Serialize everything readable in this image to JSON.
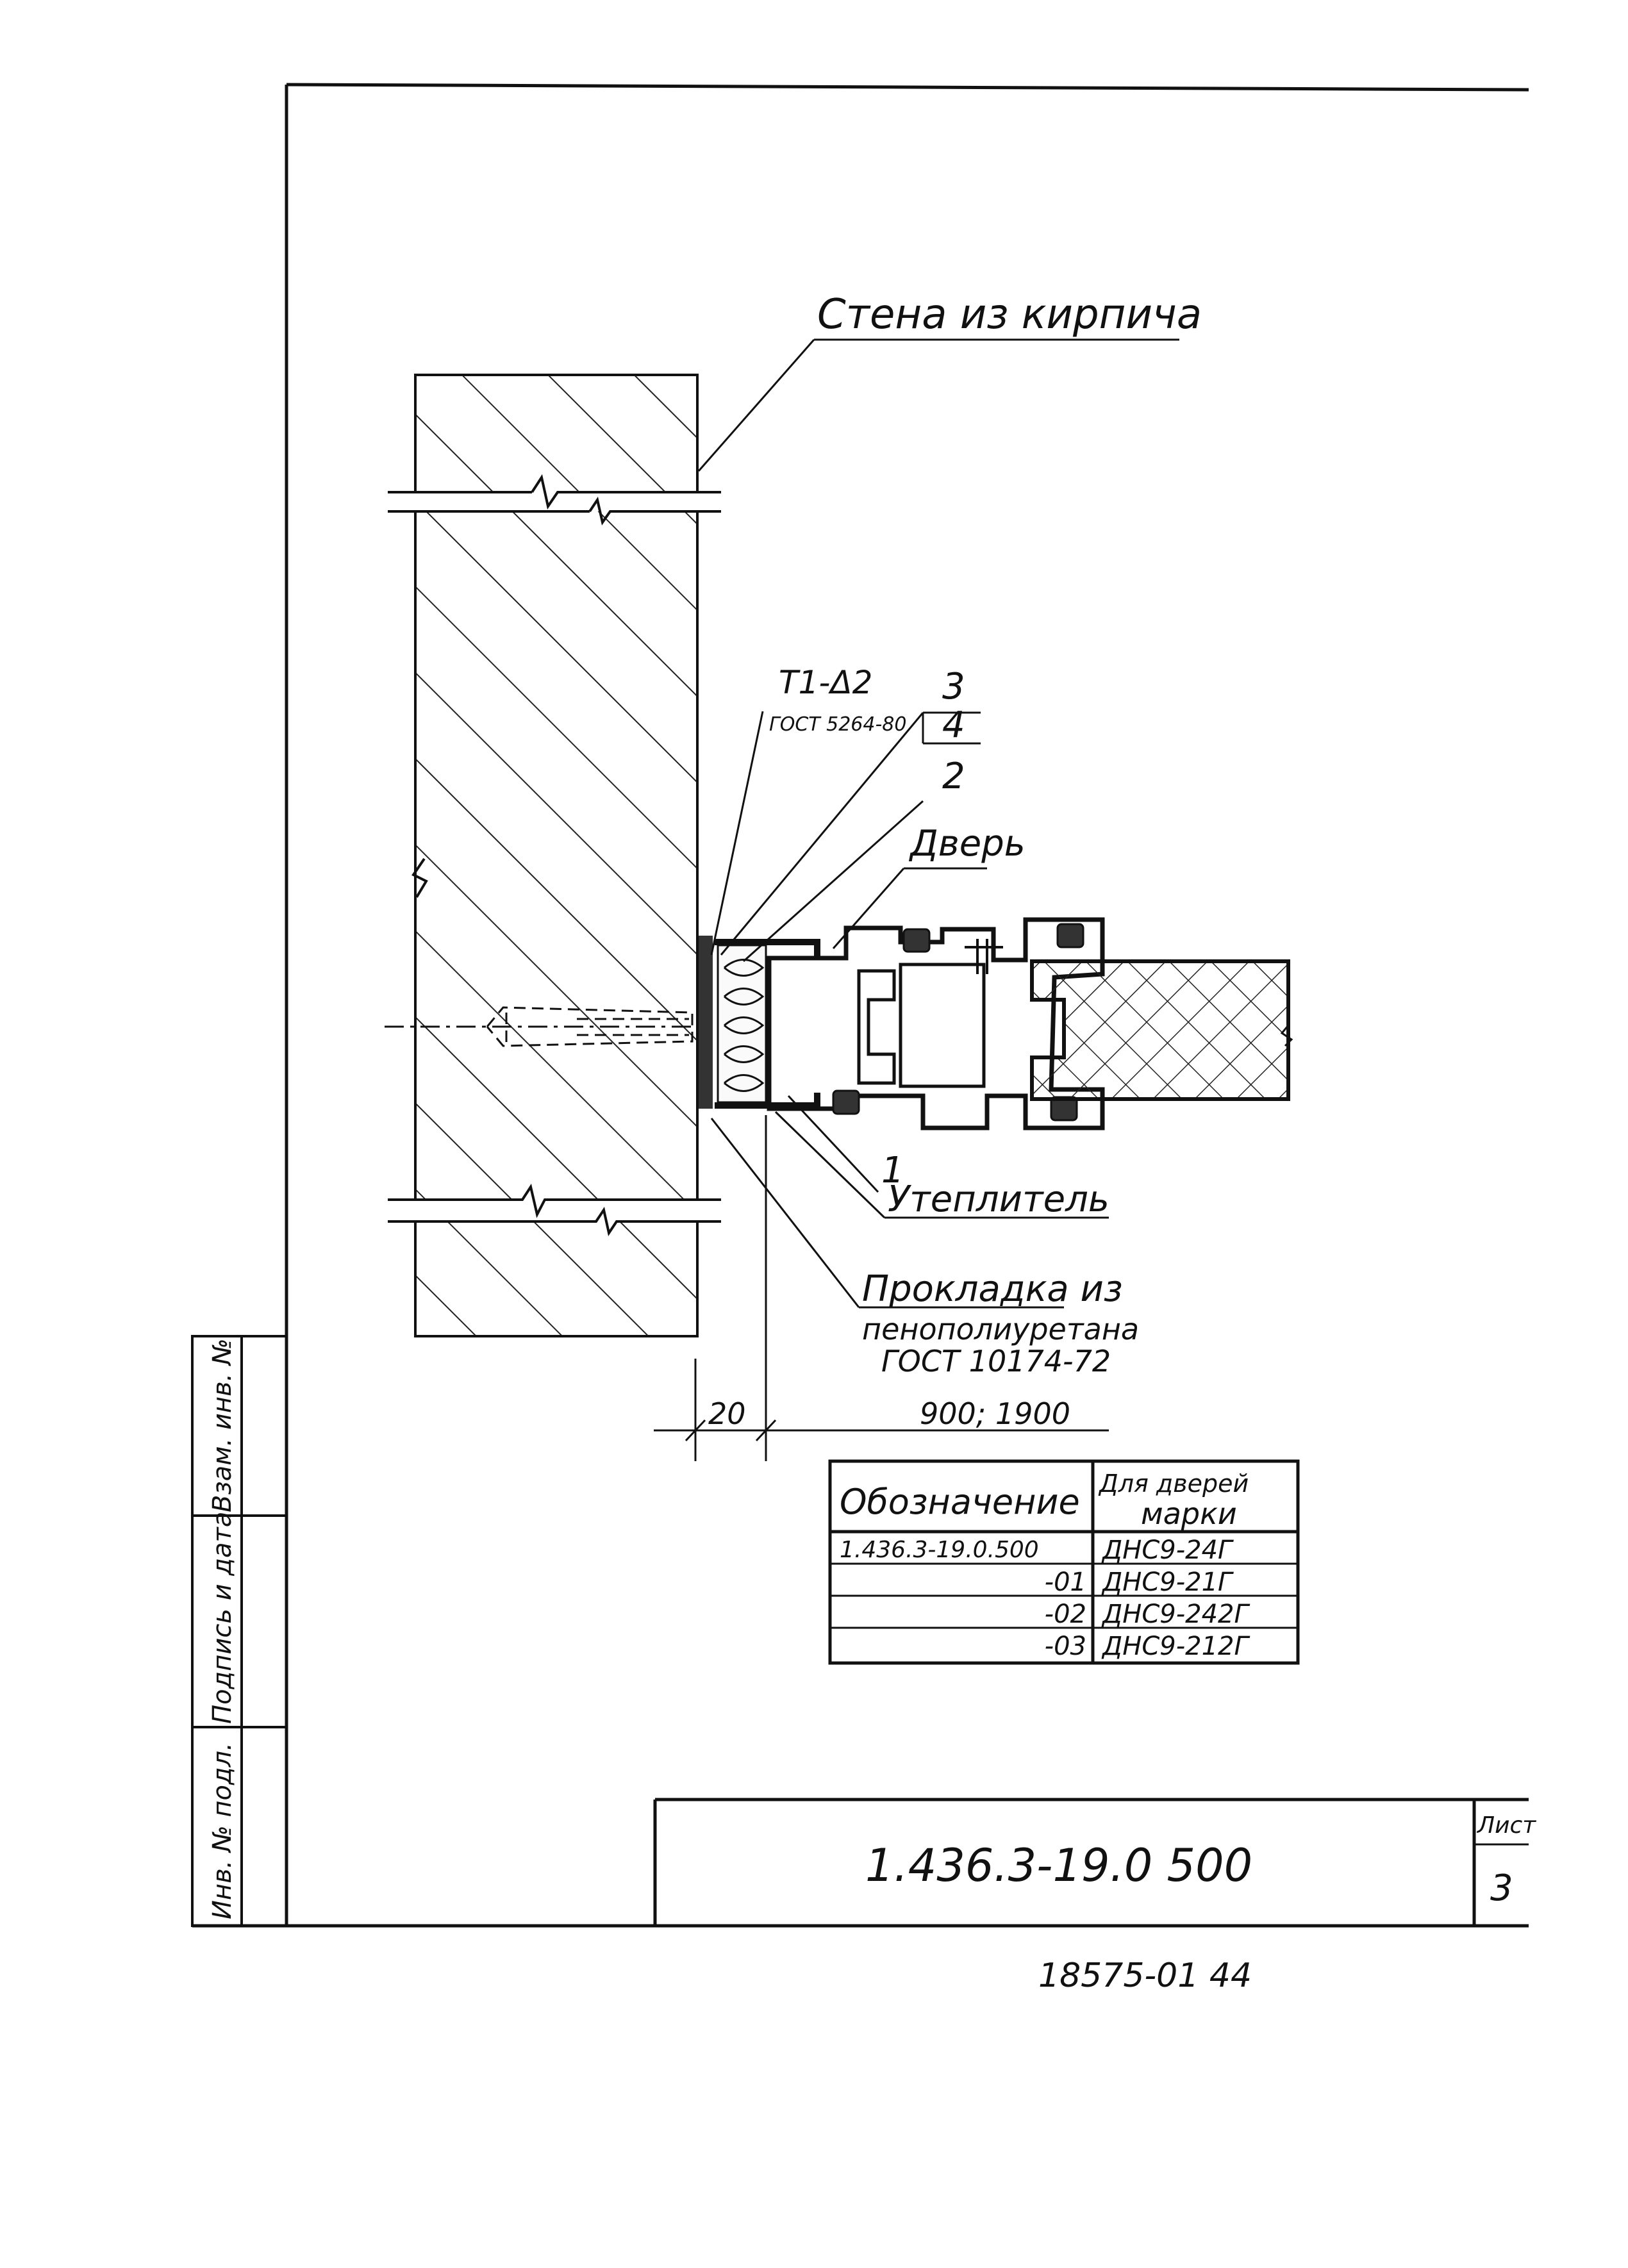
{
  "callouts": {
    "wall": "Стена из кирпича",
    "weld": "Т1-Δ2",
    "weld_standard": "ГОСТ 5264-80",
    "pos_3": "3",
    "pos_4": "4",
    "pos_2": "2",
    "door": "Дверь",
    "pos_1": "1",
    "insulation": "Утеплитель",
    "gasket_line1": "Прокладка из",
    "gasket_line2": "пенополиуретана",
    "gasket_line3": "ГОСТ 10174-72"
  },
  "dimensions": {
    "gap": "20",
    "size": "900; 1900"
  },
  "table": {
    "header_designation": "Обозначение",
    "header_for_doors_line1": "Для дверей",
    "header_for_doors_line2": "марки",
    "rows": [
      {
        "designation": "1.436.3-19.0.500",
        "mark": "ДНС9-24Г"
      },
      {
        "designation": "-01",
        "mark": "ДНС9-21Г"
      },
      {
        "designation": "-02",
        "mark": "ДНС9-242Г"
      },
      {
        "designation": "-03",
        "mark": "ДНС9-212Г"
      }
    ]
  },
  "title_block": {
    "document_code": "1.436.3-19.0   500",
    "sheet_label": "Лист",
    "sheet_number": "3"
  },
  "side_stamp": {
    "inv_original": "Инв. № подл.",
    "signature_date": "Подпись и дата",
    "replaces_inv": "Взам. инв. №"
  },
  "archive_number": "18575-01   44"
}
